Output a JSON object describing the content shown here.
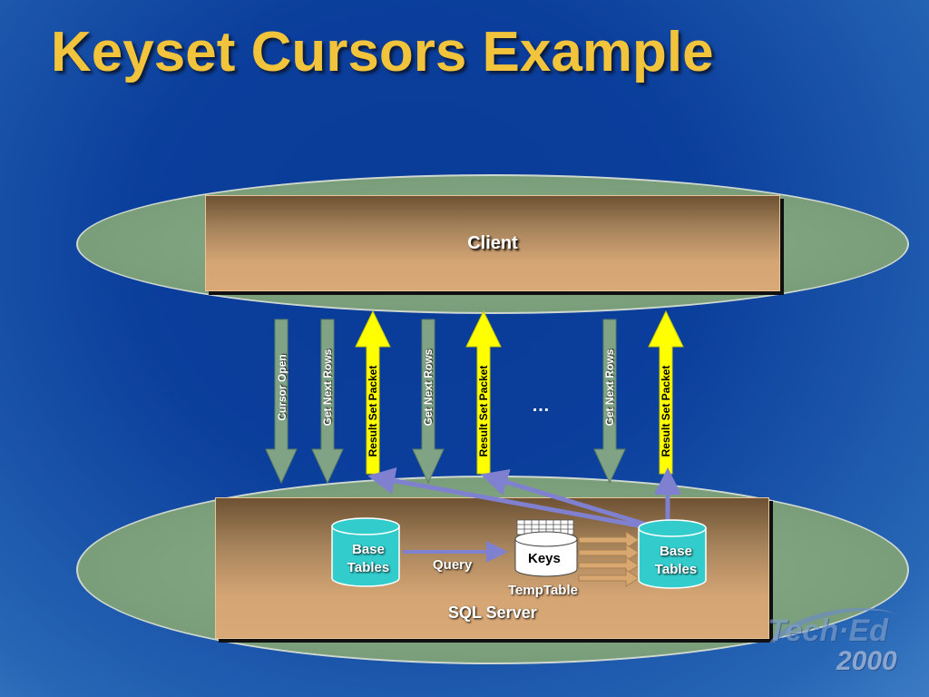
{
  "title": "Keyset Cursors Example",
  "client": {
    "label": "Client"
  },
  "server": {
    "label": "SQL Server",
    "base_tables_left": [
      "Base",
      "Tables"
    ],
    "base_tables_right": [
      "Base",
      "Tables"
    ],
    "query_label": "Query",
    "keys_label": "Keys",
    "temptable_label": "TempTable"
  },
  "arrows": {
    "cursor_open": "Cursor Open",
    "get_next_rows_1": "Get Next Rows",
    "result_set_1": "Result Set Packet",
    "get_next_rows_2": "Get Next Rows",
    "result_set_2": "Result Set Packet",
    "ellipsis": "…",
    "get_next_rows_3": "Get Next Rows",
    "result_set_3": "Result Set Packet"
  },
  "logo": {
    "line1": "Tech·Ed",
    "line2": "2000"
  },
  "colors": {
    "title": "#f2c43c",
    "down_arrow": "#7fa384",
    "up_arrow": "#ffff00",
    "connector": "#8080d0",
    "cylinder": "#33cccc",
    "transfer_arrow": "#d8a870"
  }
}
